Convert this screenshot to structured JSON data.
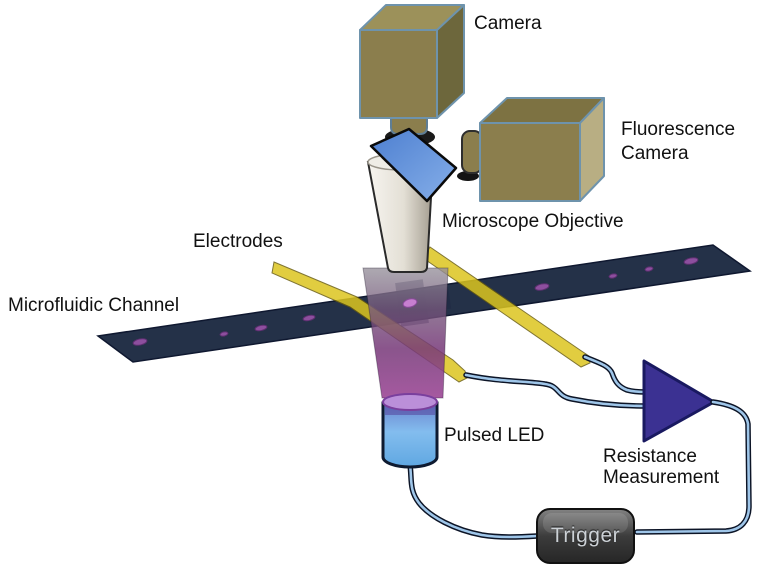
{
  "labels": {
    "camera": "Camera",
    "fluorescence_line1": "Fluorescence",
    "fluorescence_line2": "Camera",
    "microscope_objective": "Microscope Objective",
    "electrodes": "Electrodes",
    "microfluidic_channel": "Microfluidic Channel",
    "pulsed_led": "Pulsed LED",
    "resistance_line1": "Resistance",
    "resistance_line2": "Measurement",
    "trigger": "Trigger"
  },
  "colors": {
    "background": "#ffffff",
    "camera_front": "#8b7e4d",
    "camera_top": "#9c915a",
    "camera_side_dark": "#6d673c",
    "fluo_top": "#7d7242",
    "fluo_side_light": "#b8ae83",
    "box_outline": "#6e93ac",
    "mirror_blue": "#5b8dd9",
    "objective_gray": "#e3dfd5",
    "electrode_yellow": "#dcc51f",
    "channel_navy": "#243148",
    "particle_purple": "#8d4f9e",
    "cell_highlight": "#c77fd0",
    "illumination_purple": "#8e4a96",
    "led_blue": "#7ab4e8",
    "led_cap_purple": "#bb8fd9",
    "amplifier_indigo": "#3b3192",
    "wire_light_blue": "#9fc6e9",
    "wire_outline": "#0c1426",
    "trigger_gray": "#4a4a4a",
    "trigger_text": "#ccd1d6",
    "label_text": "#111111"
  }
}
